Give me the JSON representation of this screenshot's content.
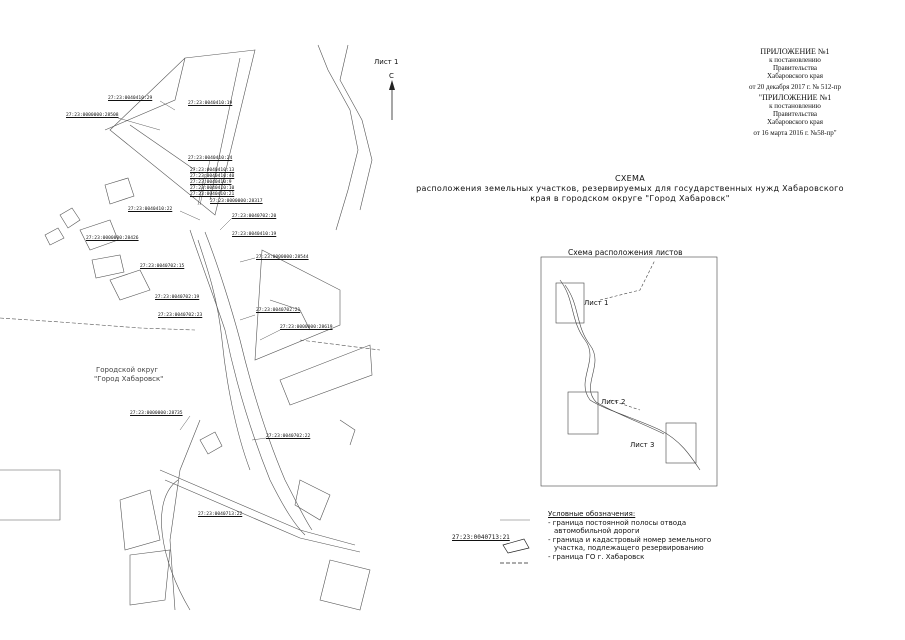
{
  "header": {
    "appendix1": "ПРИЛОЖЕНИЕ №1",
    "to_resolution1": "к постановлению",
    "government1": "Правительства",
    "region1": "Хабаровского края",
    "date1": "от 20 декабря 2017 г. № 512-пр",
    "appendix2": "\"ПРИЛОЖЕНИЕ №1",
    "to_resolution2": "к постановлению",
    "government2": "Правительства",
    "region2": "Хабаровского края",
    "date2": "от 16 марта 2016 г. №58-пр\""
  },
  "title": {
    "line1": "СХЕМА",
    "line2": "расположения земельных участков, резервируемых для государственных нужд Хабаровского",
    "line3": "края в городском округе \"Город Хабаровск\""
  },
  "map": {
    "sheet_label": "Лист 1",
    "north_label": "С",
    "area_line1": "Городской округ",
    "area_line2": "\"Город Хабаровск\"",
    "parcels": [
      "27:23:0040410:29",
      "27:23:0040410:19",
      "27:23:0000000:28508",
      "27:23:0040410:24",
      "27:23:0040410:13",
      "27:23:0040410:40",
      "27:23:0040410:9",
      "27:23:0040410:10",
      "27:23:0040410:21",
      "27:23:0000000:28317",
      "27:23:0040410:22",
      "27:23:0040702:20",
      "27:23:0000000:28426",
      "27:23:0040410:19",
      "27:23:0000000:28544",
      "27:23:0040702:15",
      "27:23:0040702:19",
      "27:23:0040702:21",
      "27:23:0040702:23",
      "27:23:0000000:28619",
      "27:23:0000000:28735",
      "27:23:0040702:22",
      "27:23:0040713:22"
    ]
  },
  "inset": {
    "title": "Схема расположения листов",
    "sheet1": "Лист 1",
    "sheet2": "Лист 2",
    "sheet3": "Лист 3"
  },
  "legend": {
    "title": "Условные обозначения:",
    "item1": "- граница постоянной полосы отвода",
    "item1b": "автомобильной дороги",
    "item2": "- граница и кадастровый номер земельного",
    "item2b": "участка, подлежащего резервированию",
    "item3": "- граница ГО г. Хабаровск",
    "sample_parcel": "27:23:0040713:21"
  }
}
